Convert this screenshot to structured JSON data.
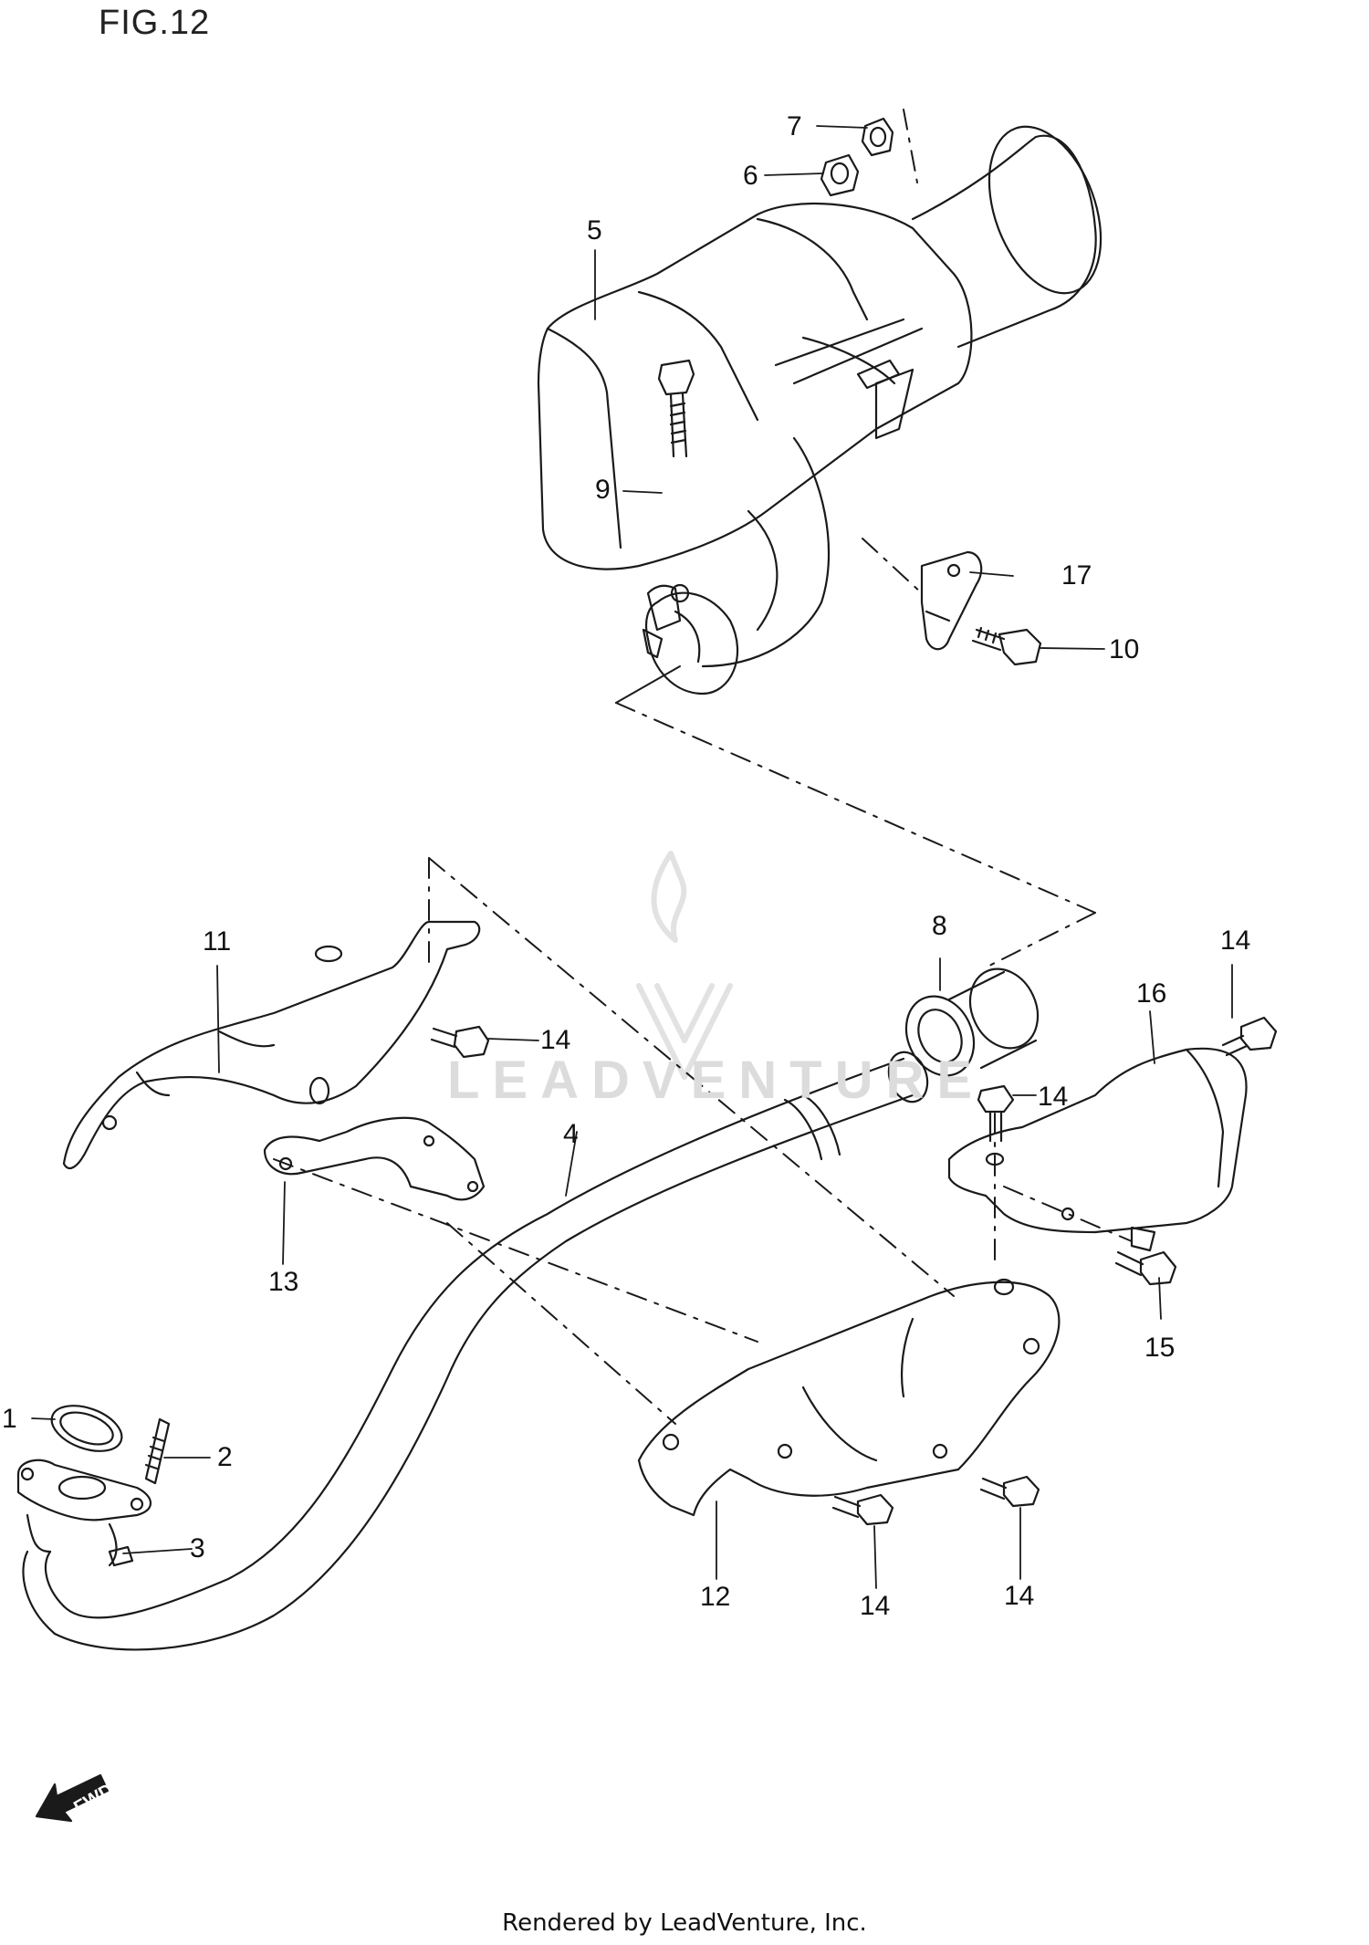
{
  "figure": {
    "title": "FIG.12"
  },
  "watermark": {
    "text": "LEADVENTURE"
  },
  "footer": {
    "text": "Rendered by LeadVenture, Inc."
  },
  "direction_arrow": {
    "label": "FWD",
    "icon": "fwd-arrow-icon"
  },
  "callouts": {
    "c1": "1",
    "c2": "2",
    "c3": "3",
    "c4": "4",
    "c5": "5",
    "c6": "6",
    "c7": "7",
    "c8": "8",
    "c9": "9",
    "c10": "10",
    "c11": "11",
    "c12": "12",
    "c13": "13",
    "c14a": "14",
    "c14b": "14",
    "c14c": "14",
    "c14d": "14",
    "c14e": "14",
    "c15": "15",
    "c16": "16",
    "c17": "17"
  },
  "colors": {
    "line": "#1a1a1a",
    "watermark": "#dcdcdc",
    "background": "#ffffff"
  }
}
